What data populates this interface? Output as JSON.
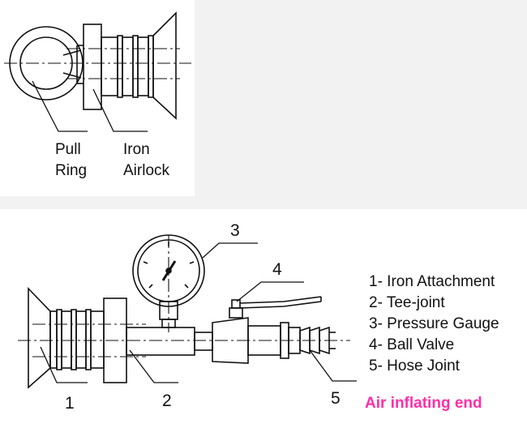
{
  "top_diagram": {
    "label_pull_ring_line1": "Pull",
    "label_pull_ring_line2": "Ring",
    "label_iron_airlock_line1": "Iron",
    "label_iron_airlock_line2": "Airlock"
  },
  "bottom_diagram": {
    "callouts": [
      "1",
      "2",
      "3",
      "4",
      "5"
    ],
    "legend": [
      "1- Iron Attachment",
      "2- Tee-joint",
      "3- Pressure Gauge",
      "4- Ball Valve",
      "5- Hose Joint"
    ],
    "caption": "Air inflating end",
    "caption_color": "#ff2ea6"
  }
}
